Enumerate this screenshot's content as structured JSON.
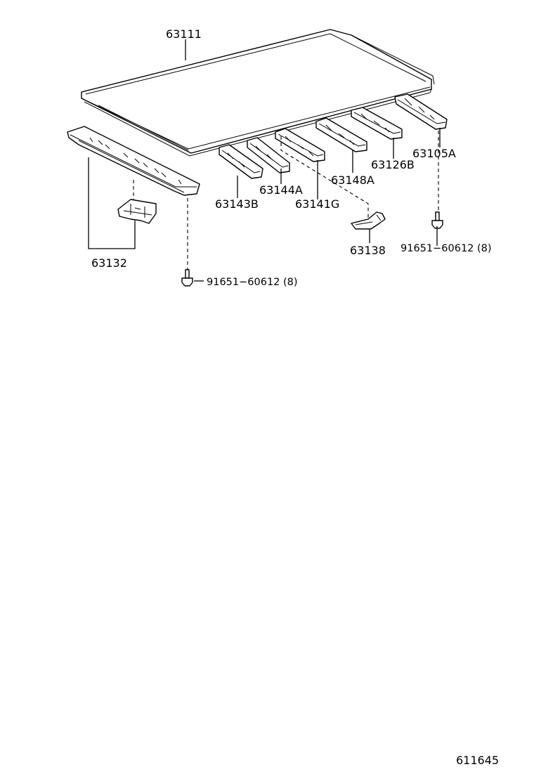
{
  "diagram": {
    "parts": {
      "roof_panel": "63111",
      "rear_reinforcement": "63105A",
      "bow_126b": "63126B",
      "bow_148a": "63148A",
      "bow_144a": "63144A",
      "bow_143b": "63143B",
      "bow_141g": "63141G",
      "bracket_138": "63138",
      "front_header": "63132",
      "bolt_right": "91651−60612 (8)",
      "bolt_left": "91651−60612 (8)"
    },
    "drawing_number": "611645"
  }
}
